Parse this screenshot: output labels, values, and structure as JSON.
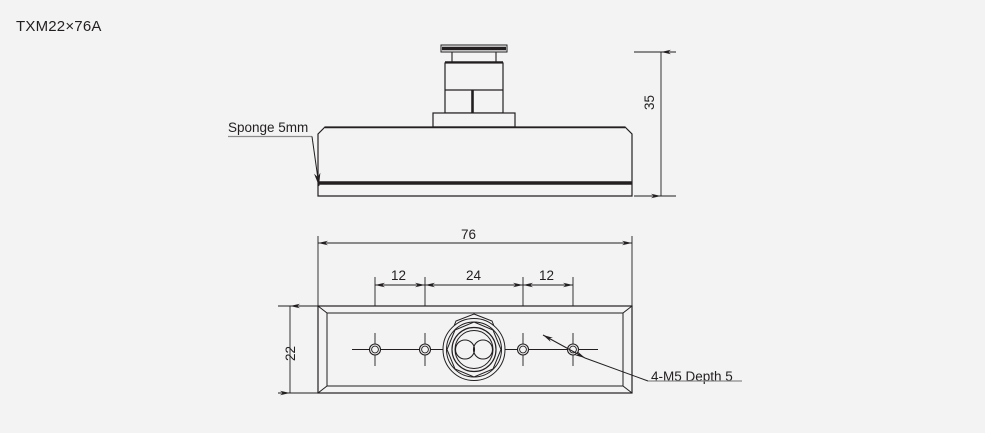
{
  "drawing": {
    "title": "TXM22×76A",
    "background_color": "#f2f3f2",
    "line_color": "#231f20",
    "annotations": {
      "sponge_label": "Sponge 5mm",
      "thread_callout": "4-M5 Depth 5"
    },
    "dimensions": {
      "height": "35",
      "width": "76",
      "depth": "22",
      "pitch_left": "12",
      "pitch_center": "24",
      "pitch_right": "12"
    },
    "views": {
      "side_view_name": "side-elevation-view",
      "bottom_view_name": "bottom-plan-view"
    }
  }
}
